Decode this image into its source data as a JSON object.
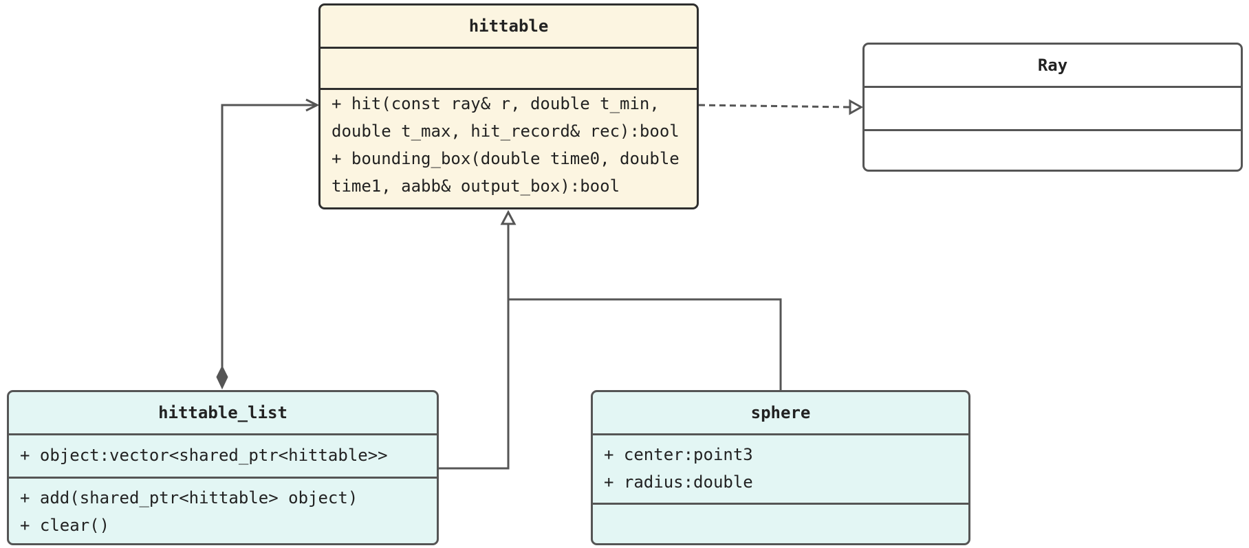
{
  "classes": {
    "hittable": {
      "name": "hittable",
      "methods": [
        "+ hit(const ray& r, double t_min,",
        "double t_max, hit_record& rec):bool",
        "+ bounding_box(double time0, double",
        "time1, aabb& output_box):bool"
      ]
    },
    "ray": {
      "name": "Ray"
    },
    "hittable_list": {
      "name": "hittable_list",
      "attributes": [
        "+ object:vector<shared_ptr<hittable>>"
      ],
      "methods": [
        "+ add(shared_ptr<hittable> object)",
        "+ clear()"
      ]
    },
    "sphere": {
      "name": "sphere",
      "attributes": [
        "+ center:point3",
        "+ radius:double"
      ]
    }
  },
  "colors": {
    "line": "#555555",
    "hittable_fill": "#fcf5e1",
    "derived_fill": "#e3f6f4"
  }
}
